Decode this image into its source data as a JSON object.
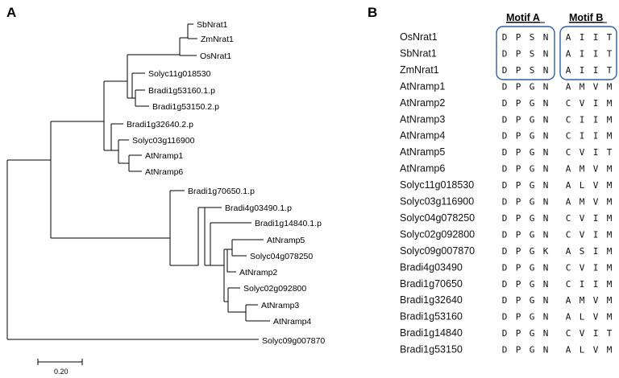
{
  "panel_a": {
    "label": "A",
    "scale_bar": {
      "label": "0.20"
    },
    "leaves": [
      "SbNrat1",
      "ZmNrat1",
      "OsNrat1",
      "Solyc11g018530",
      "Bradi1g53160.1.p",
      "Bradi1g53150.2.p",
      "Bradi1g32640.2.p",
      "Solyc03g116900",
      "AtNramp1",
      "AtNramp6",
      "Bradi1g70650.1.p",
      "Bradi4g03490.1.p",
      "Bradi1g14840.1.p",
      "AtNramp5",
      "Solyc04g078250",
      "AtNramp2",
      "Solyc02g092800",
      "AtNramp3",
      "AtNramp4",
      "Solyc09g007870"
    ]
  },
  "panel_b": {
    "label": "B",
    "motif_a_title": "Motif A",
    "motif_b_title": "Motif B",
    "rows": [
      {
        "gene": "OsNrat1",
        "motif_a": [
          "D",
          "P",
          "S",
          "N"
        ],
        "motif_b": [
          "A",
          "I",
          "I",
          "T"
        ]
      },
      {
        "gene": "SbNrat1",
        "motif_a": [
          "D",
          "P",
          "S",
          "N"
        ],
        "motif_b": [
          "A",
          "I",
          "I",
          "T"
        ]
      },
      {
        "gene": "ZmNrat1",
        "motif_a": [
          "D",
          "P",
          "S",
          "N"
        ],
        "motif_b": [
          "A",
          "I",
          "I",
          "T"
        ]
      },
      {
        "gene": "AtNramp1",
        "motif_a": [
          "D",
          "P",
          "G",
          "N"
        ],
        "motif_b": [
          "A",
          "M",
          "V",
          "M"
        ]
      },
      {
        "gene": "AtNramp2",
        "motif_a": [
          "D",
          "P",
          "G",
          "N"
        ],
        "motif_b": [
          "C",
          "V",
          "I",
          "M"
        ]
      },
      {
        "gene": "AtNramp3",
        "motif_a": [
          "D",
          "P",
          "G",
          "N"
        ],
        "motif_b": [
          "C",
          "I",
          "I",
          "M"
        ]
      },
      {
        "gene": "AtNramp4",
        "motif_a": [
          "D",
          "P",
          "G",
          "N"
        ],
        "motif_b": [
          "C",
          "I",
          "I",
          "M"
        ]
      },
      {
        "gene": "AtNramp5",
        "motif_a": [
          "D",
          "P",
          "G",
          "N"
        ],
        "motif_b": [
          "C",
          "V",
          "I",
          "T"
        ]
      },
      {
        "gene": "AtNramp6",
        "motif_a": [
          "D",
          "P",
          "G",
          "N"
        ],
        "motif_b": [
          "A",
          "M",
          "V",
          "M"
        ]
      },
      {
        "gene": "Solyc11g018530",
        "motif_a": [
          "D",
          "P",
          "G",
          "N"
        ],
        "motif_b": [
          "A",
          "L",
          "V",
          "M"
        ]
      },
      {
        "gene": "Solyc03g116900",
        "motif_a": [
          "D",
          "P",
          "G",
          "N"
        ],
        "motif_b": [
          "A",
          "M",
          "V",
          "M"
        ]
      },
      {
        "gene": "Solyc04g078250",
        "motif_a": [
          "D",
          "P",
          "G",
          "N"
        ],
        "motif_b": [
          "C",
          "V",
          "I",
          "M"
        ]
      },
      {
        "gene": "Solyc02g092800",
        "motif_a": [
          "D",
          "P",
          "G",
          "N"
        ],
        "motif_b": [
          "C",
          "V",
          "I",
          "M"
        ]
      },
      {
        "gene": "Solyc09g007870",
        "motif_a": [
          "D",
          "P",
          "G",
          "K"
        ],
        "motif_b": [
          "A",
          "S",
          "I",
          "M"
        ]
      },
      {
        "gene": "Bradi4g03490",
        "motif_a": [
          "D",
          "P",
          "G",
          "N"
        ],
        "motif_b": [
          "C",
          "V",
          "I",
          "M"
        ]
      },
      {
        "gene": "Bradi1g70650",
        "motif_a": [
          "D",
          "P",
          "G",
          "N"
        ],
        "motif_b": [
          "C",
          "I",
          "I",
          "M"
        ]
      },
      {
        "gene": "Bradi1g32640",
        "motif_a": [
          "D",
          "P",
          "G",
          "N"
        ],
        "motif_b": [
          "A",
          "M",
          "V",
          "M"
        ]
      },
      {
        "gene": "Bradi1g53160",
        "motif_a": [
          "D",
          "P",
          "G",
          "N"
        ],
        "motif_b": [
          "A",
          "L",
          "V",
          "M"
        ]
      },
      {
        "gene": "Bradi1g14840",
        "motif_a": [
          "D",
          "P",
          "G",
          "N"
        ],
        "motif_b": [
          "C",
          "V",
          "I",
          "T"
        ]
      },
      {
        "gene": "Bradi1g53150",
        "motif_a": [
          "D",
          "P",
          "G",
          "N"
        ],
        "motif_b": [
          "A",
          "L",
          "V",
          "M"
        ]
      }
    ]
  },
  "colors": {
    "highlight_box": "#2e5fa3",
    "branch": "#000000"
  }
}
